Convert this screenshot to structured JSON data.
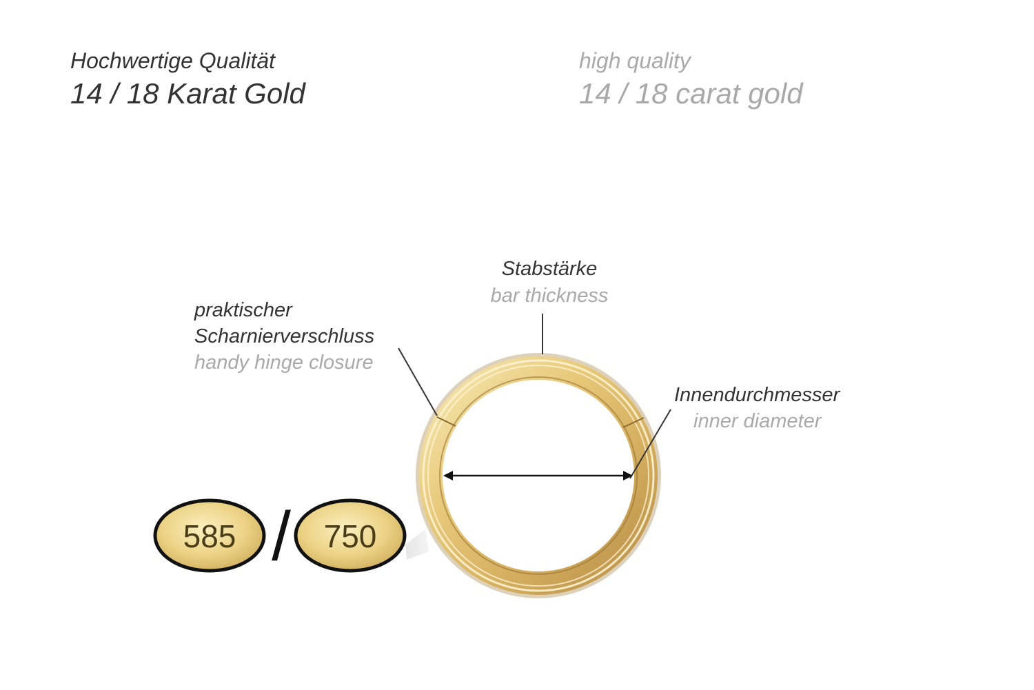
{
  "header": {
    "german": {
      "line1": "Hochwertige Qualität",
      "line2": "14 / 18 Karat Gold"
    },
    "english": {
      "line1": "high quality",
      "line2": "14 / 18 carat gold"
    }
  },
  "annotations": {
    "bar_thickness": {
      "german": "Stabstärke",
      "english": "bar thickness"
    },
    "hinge_closure": {
      "german_line1": "praktischer",
      "german_line2": "Scharnierverschluss",
      "english": "handy hinge closure"
    },
    "inner_diameter": {
      "german": "Innendurchmesser",
      "english": "inner diameter"
    }
  },
  "hallmarks": {
    "first": "585",
    "separator": "/",
    "second": "750"
  },
  "colors": {
    "german_text": "#333333",
    "english_text": "#a9a9a9",
    "gold_light": "#f6e6a6",
    "gold_mid": "#e2c06c",
    "gold_dark": "#b8904a",
    "line": "#333333"
  },
  "icons": {
    "ring": "gold-hinged-ring-icon",
    "stamp": "gold-oval-stamp-icon"
  }
}
